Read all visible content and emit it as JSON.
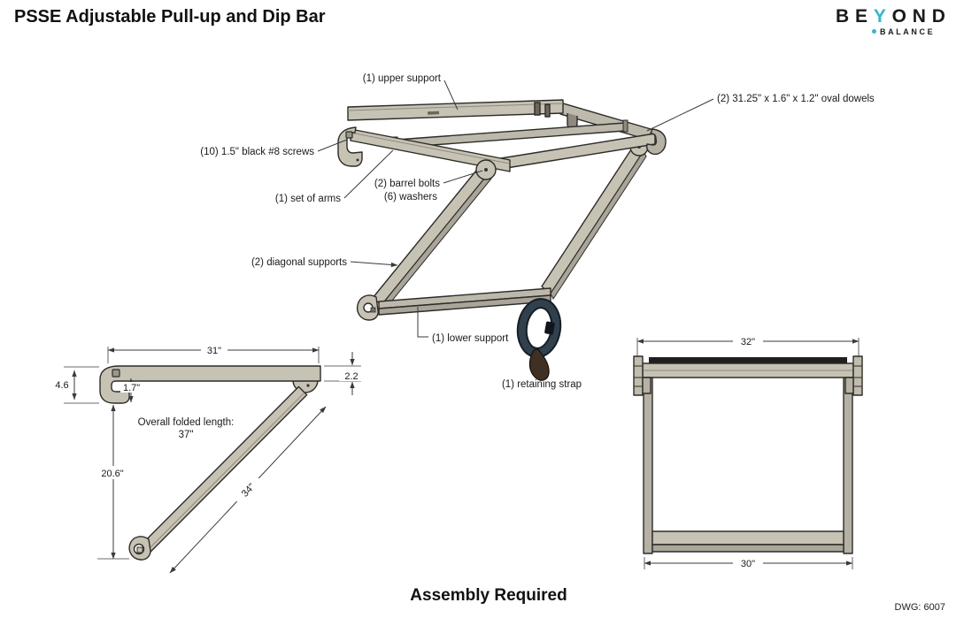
{
  "header": {
    "title": "PSSE Adjustable Pull-up and Dip Bar",
    "logo": {
      "l1": "B",
      "l2": "E",
      "l3": "Y",
      "l4": "O",
      "l5": "N",
      "l6": "D",
      "subtext": "BALANCE"
    }
  },
  "iso": {
    "callouts": {
      "upper_support": "(1) upper support",
      "oval_dowels": "(2) 31.25\" x 1.6\" x 1.2\" oval dowels",
      "screws": "(10) 1.5\" black #8 screws",
      "set_of_arms": "(1) set of arms",
      "barrel_bolts": "(2) barrel bolts",
      "washers": "(6) washers",
      "diagonal_supports": "(2) diagonal supports",
      "lower_support": "(1) lower support",
      "retaining_strap": "(1) retaining strap"
    }
  },
  "side_view": {
    "width": "31\"",
    "hook_height": "4.6",
    "hook_opening": "1.7\"",
    "bar_depth": "2.2",
    "folded_label": "Overall folded length:",
    "folded_value": "37\"",
    "height": "20.6\"",
    "diagonal_length": "34\""
  },
  "front_view": {
    "top_width": "32\"",
    "bottom_width": "30\""
  },
  "footer": {
    "assembly_note": "Assembly Required",
    "drawing_number": "DWG: 6007"
  },
  "colors": {
    "accent_teal": "#35b6c9",
    "frame_fill": "#c6c2b4",
    "frame_shade": "#a9a59a",
    "outline": "#2e2c28"
  }
}
